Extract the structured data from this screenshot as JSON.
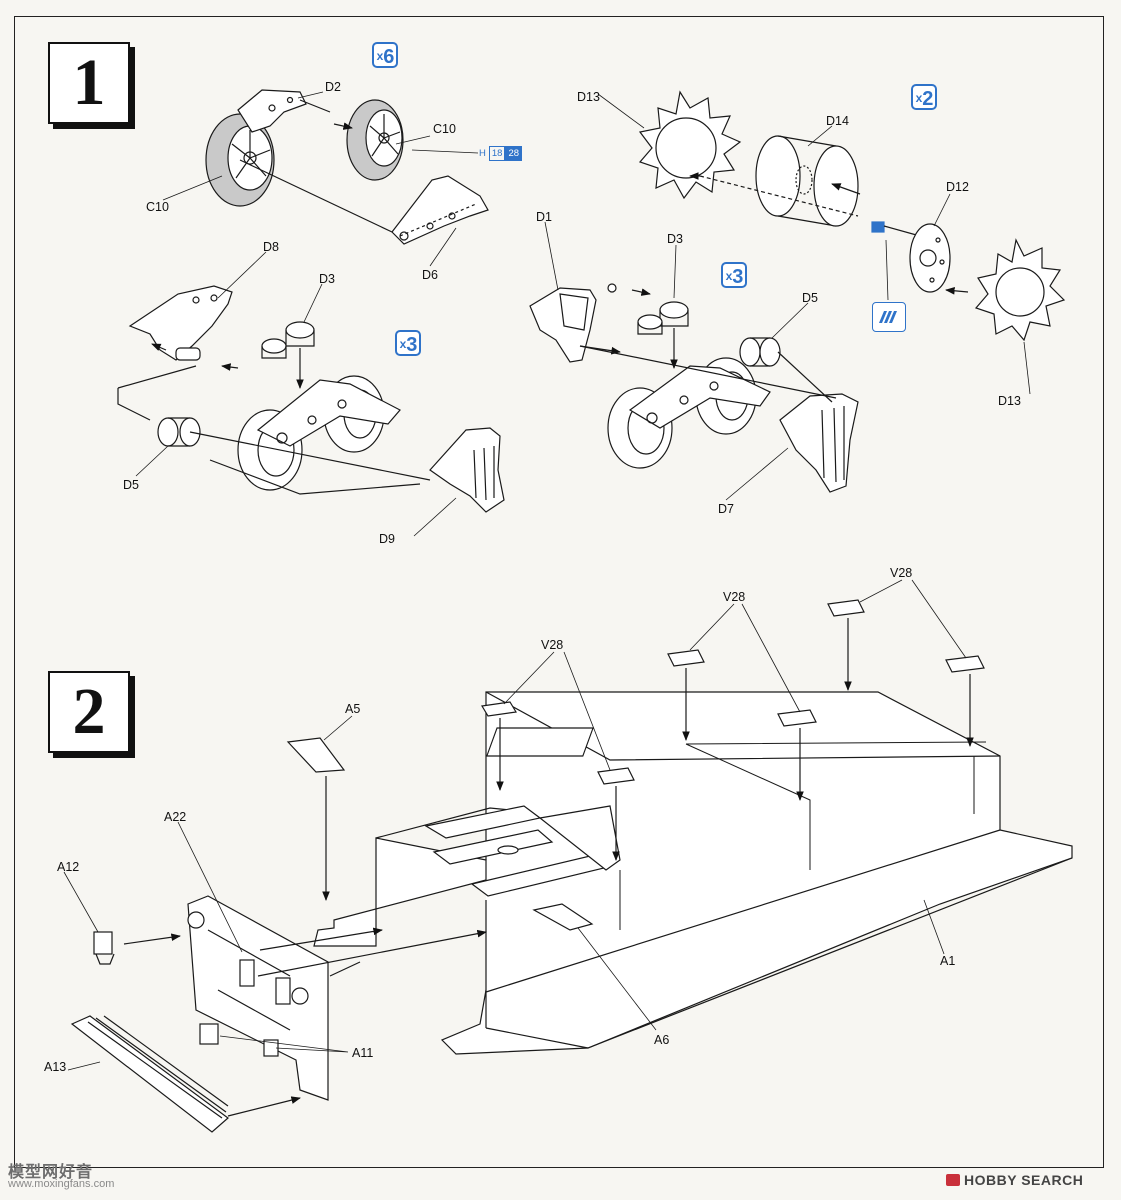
{
  "steps": [
    {
      "number": "1",
      "quantities": [
        {
          "prefix": "x",
          "value": "6"
        },
        {
          "prefix": "x",
          "value": "2"
        },
        {
          "prefix": "x",
          "value": "3"
        },
        {
          "prefix": "x",
          "value": "3"
        }
      ]
    },
    {
      "number": "2"
    }
  ],
  "paint_ref": {
    "letter": "H",
    "code1": "18",
    "code2": "28"
  },
  "step1_labels": [
    "D2",
    "C10",
    "C10",
    "D6",
    "D13",
    "D14",
    "D12",
    "D13",
    "D8",
    "D3",
    "D5",
    "D9",
    "D1",
    "D3",
    "D5",
    "D7"
  ],
  "step2_labels": [
    "V28",
    "V28",
    "V28",
    "A5",
    "A22",
    "A12",
    "A13",
    "A11",
    "A6",
    "A1"
  ],
  "watermark_cn": "模型网好音",
  "watermark_url": "www.moxingfans.com",
  "source_brand": "HOBBY SEARCH"
}
